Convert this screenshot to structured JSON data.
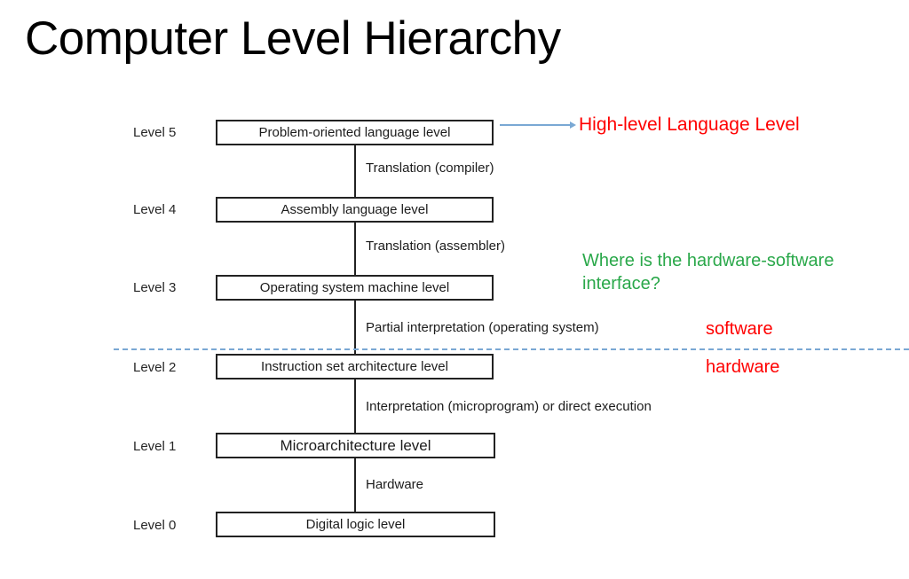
{
  "slide": {
    "title": "Computer Level Hierarchy"
  },
  "diagram": {
    "levels": [
      {
        "label": "Level 5",
        "box": "Problem-oriented language level"
      },
      {
        "label": "Level 4",
        "box": "Assembly language level"
      },
      {
        "label": "Level 3",
        "box": "Operating system machine level"
      },
      {
        "label": "Level 2",
        "box": "Instruction set architecture level"
      },
      {
        "label": "Level 1",
        "box": "Microarchitecture level"
      },
      {
        "label": "Level 0",
        "box": "Digital logic level"
      }
    ],
    "edges": [
      {
        "label": "Translation (compiler)"
      },
      {
        "label": "Translation (assembler)"
      },
      {
        "label": "Partial interpretation (operating system)"
      },
      {
        "label": "Interpretation (microprogram) or direct execution"
      },
      {
        "label": "Hardware"
      }
    ]
  },
  "annotations": {
    "high_level_language": "High-level Language Level",
    "hardware_software_question": "Where is the hardware-software interface?",
    "software": "software",
    "hardware": "hardware"
  },
  "colors": {
    "red": "#ff0000",
    "green": "#2aa84a",
    "blue_line": "#7aa8d4",
    "box_border": "#222222"
  }
}
